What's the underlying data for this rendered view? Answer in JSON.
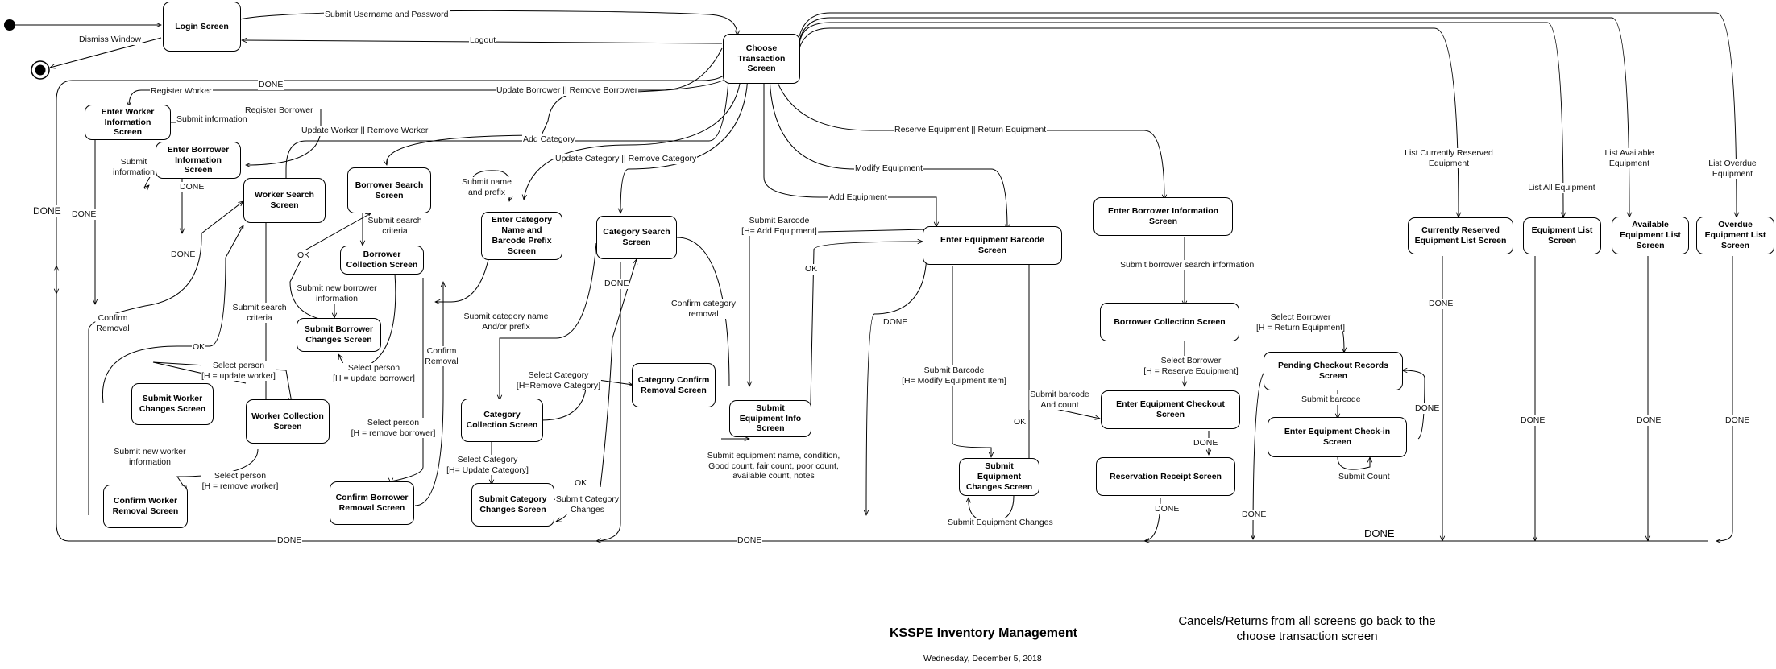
{
  "states": {
    "login": "Login Screen",
    "choose": "Choose\nTransaction\nScreen",
    "worker_info": "Enter Worker\nInformation\nScreen",
    "borrower_info": "Enter Borrower\nInformation\nScreen",
    "worker_search": "Worker Search\nScreen",
    "borrower_search": "Borrower Search\nScreen",
    "borrower_collection": "Borrower\nCollection Screen",
    "submit_borrower_changes": "Submit Borrower\nChanges Screen",
    "confirm_borrower_removal": "Confirm Borrower\nRemoval Screen",
    "submit_worker_changes": "Submit Worker\nChanges Screen",
    "worker_collection": "Worker Collection\nScreen",
    "confirm_worker_removal": "Confirm Worker\nRemoval Screen",
    "category_name": "Enter Category\nName and\nBarcode Prefix\nScreen",
    "category_search": "Category Search\nScreen",
    "category_collection": "Category\nCollection Screen",
    "category_confirm_removal": "Category Confirm\nRemoval Screen",
    "submit_category_changes": "Submit Category\nChanges Screen",
    "equipment_info": "Submit\nEquipment Info\nScreen",
    "equipment_barcode": "Enter Equipment Barcode\nScreen",
    "submit_equipment_changes": "Submit\nEquipment\nChanges Screen",
    "borrower_info_reserve": "Enter Borrower Information\nScreen",
    "borrower_collection_reserve": "Borrower Collection Screen",
    "equipment_checkout": "Enter Equipment Checkout\nScreen",
    "reservation_receipt": "Reservation Receipt Screen",
    "pending_checkout": "Pending Checkout Records\nScreen",
    "equipment_checkin": "Enter Equipment Check-in\nScreen",
    "reserved_list": "Currently Reserved\nEquipment List Screen",
    "equipment_list": "Equipment List\nScreen",
    "available_list": "Available\nEquipment List\nScreen",
    "overdue_list": "Overdue\nEquipment List\nScreen"
  },
  "labels": {
    "submit_username": "Submit Username and Password",
    "dismiss_window": "Dismiss Window",
    "logout": "Logout",
    "done": "DONE",
    "register_worker": "Register Worker",
    "register_borrower": "Register Borrower",
    "submit_information": "Submit information",
    "submit_information_2": "Submit\ninformation",
    "update_remove_borrower": "Update Borrower || Remove Borrower",
    "update_remove_worker": "Update Worker || Remove Worker",
    "add_category": "Add Category",
    "update_remove_category": "Update Category || Remove Category",
    "reserve_return": "Reserve Equipment || Return Equipment",
    "modify_equipment": "Modify Equipment",
    "add_equipment": "Add Equipment",
    "list_reserved": "List Currently Reserved\nEquipment",
    "list_all": "List All Equipment",
    "list_available": "List Available\nEquipment",
    "list_overdue": "List Overdue\nEquipment",
    "submit_name_prefix": "Submit name\nand prefix",
    "submit_search_criteria": "Submit search\ncriteria",
    "ok": "OK",
    "submit_new_borrower": "Submit new borrower\ninformation",
    "select_person_update_borrower": "Select person\n[H = update borrower]",
    "select_person_remove_borrower": "Select person\n[H = remove borrower]",
    "confirm_removal": "Confirm\nRemoval",
    "select_person_update_worker": "Select person\n[H = update worker]",
    "select_person_remove_worker": "Select person\n[H = remove worker]",
    "submit_new_worker": "Submit new worker\ninformation",
    "submit_category_name": "Submit category name\nAnd/or prefix",
    "select_category_remove": "Select Category\n[H=Remove Category]",
    "select_category_update": "Select Category\n[H= Update Category]",
    "confirm_category_removal": "Confirm category\nremoval",
    "submit_category_changes": "Submit Category\nChanges",
    "submit_barcode_add": "Submit Barcode\n[H= Add Equipment]",
    "submit_equipment_details": "Submit equipment name, condition,\nGood count, fair count, poor count,\navailable count, notes",
    "submit_barcode_modify": "Submit Barcode\n[H= Modify Equipment Item]",
    "submit_equipment_changes": "Submit Equipment Changes",
    "submit_borrower_search_info": "Submit borrower search information",
    "select_borrower_return": "Select Borrower\n[H = Return Equipment]",
    "select_borrower_reserve": "Select Borrower\n[H = Reserve Equipment]",
    "submit_barcode_and_count": "Submit barcode\nAnd count",
    "submit_barcode": "Submit barcode",
    "submit_count": "Submit Count"
  },
  "footer": {
    "title": "KSSPE Inventory Management",
    "date": "Wednesday, December 5, 2018",
    "note": "Cancels/Returns from all screens go back to the\nchoose transaction screen"
  }
}
